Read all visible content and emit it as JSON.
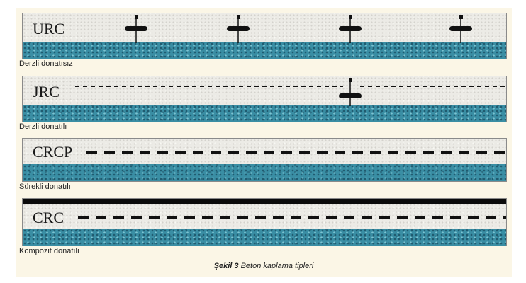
{
  "panels": [
    {
      "abbr": "URC",
      "caption": "Derzli donatısız"
    },
    {
      "abbr": "JRC",
      "caption": "Derzli donatılı"
    },
    {
      "abbr": "CRCP",
      "caption": "Sürekli donatılı"
    },
    {
      "abbr": "CRC",
      "caption": "Kompozit donatılı"
    }
  ],
  "figure_caption": {
    "label": "Şekil 3",
    "text": "Beton kaplama tipleri"
  },
  "colors": {
    "slab": "#ecebe6",
    "base": "#3a8ea4",
    "ink": "#111111"
  }
}
